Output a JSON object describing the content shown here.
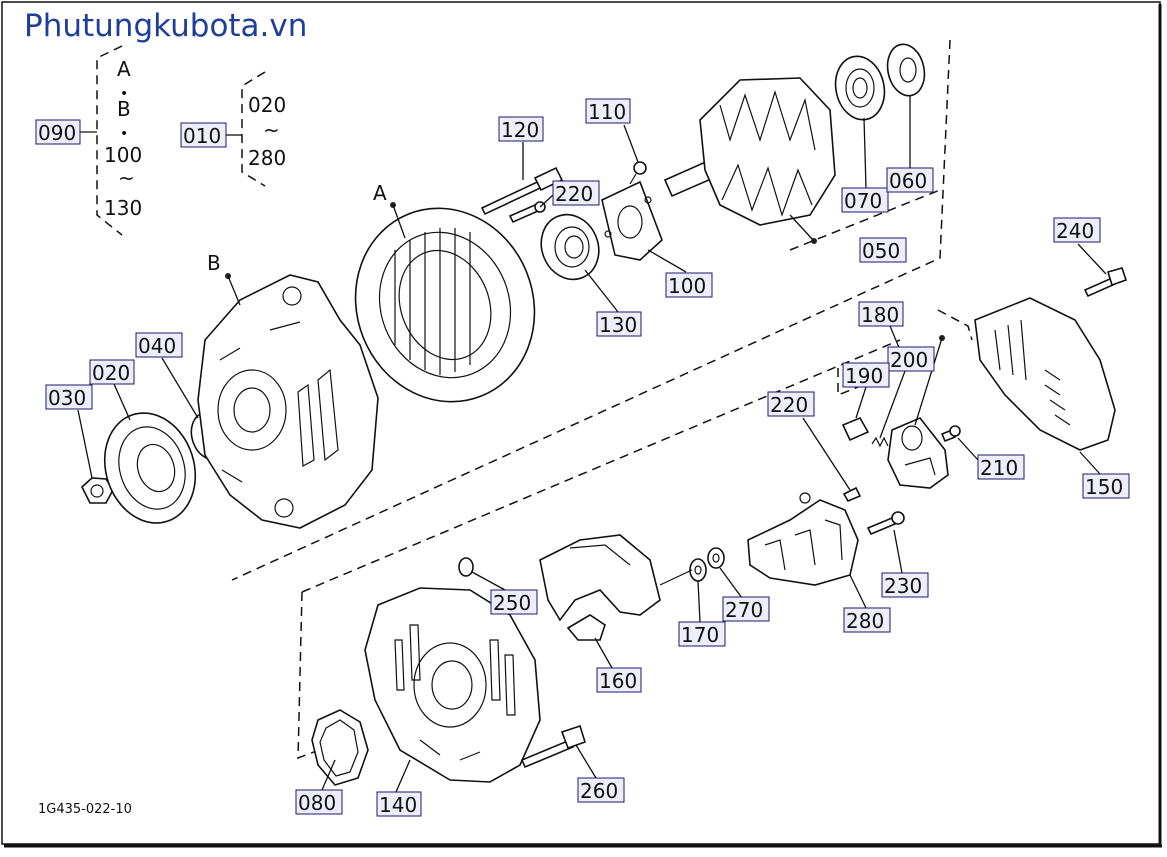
{
  "watermark": "Phutungkubota.vn",
  "drawing_code": "1G435-022-10",
  "group_090": {
    "code": "090",
    "items": [
      "A",
      "B",
      "100",
      "130"
    ],
    "dots": [
      "•",
      "•"
    ],
    "tilde": "~"
  },
  "group_010": {
    "code": "010",
    "items": [
      "020",
      "280"
    ],
    "tilde": "~"
  },
  "assembly_letters": {
    "A": "A",
    "B": "B"
  },
  "callouts": {
    "c020": "020",
    "c030": "030",
    "c040": "040",
    "c050": "050",
    "c060": "060",
    "c070": "070",
    "c080": "080",
    "c100": "100",
    "c110": "110",
    "c120": "120",
    "c130": "130",
    "c140": "140",
    "c150": "150",
    "c160": "160",
    "c170": "170",
    "c180": "180",
    "c190": "190",
    "c200": "200",
    "c210": "210",
    "c220a": "220",
    "c220b": "220",
    "c230": "230",
    "c240": "240",
    "c250": "250",
    "c260": "260",
    "c270": "270",
    "c280": "280"
  }
}
